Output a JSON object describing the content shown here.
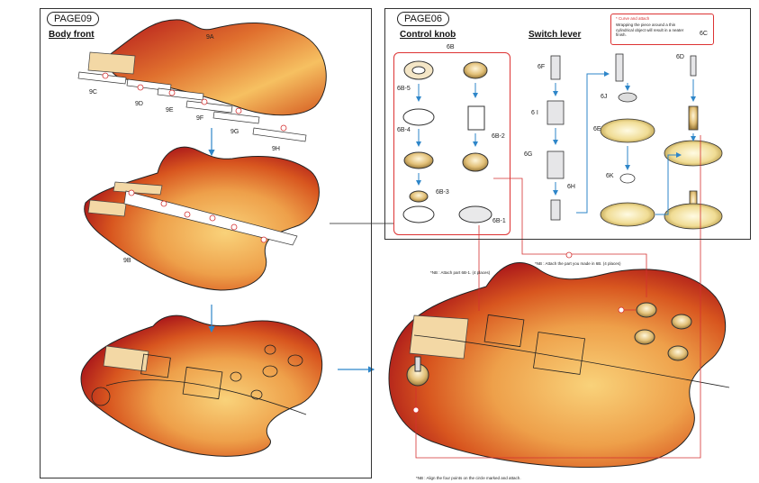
{
  "left_page": {
    "tag": "PAGE09",
    "title": "Body front",
    "labels": {
      "p9A": "9A",
      "p9B": "9B",
      "p9C": "9C",
      "p9D": "9D",
      "p9E": "9E",
      "p9F": "9F",
      "p9G": "9G",
      "p9H": "9H"
    }
  },
  "right_page": {
    "tag": "PAGE06",
    "control_knob_title": "Control knob",
    "switch_lever_title": "Switch lever",
    "curve_note": {
      "heading": "* Curve and attach",
      "body": "Wrapping the piece around a thin cylindrical object will result in a neater finish."
    },
    "labels": {
      "p6B": "6B",
      "p6B5": "6B-5",
      "p6B4": "6B-4",
      "p6B3": "6B-3",
      "p6B2": "6B-2",
      "p6B1": "6B-1",
      "p6C": "6C",
      "p6D": "6D",
      "p6E": "6E",
      "p6F": "6F",
      "p6G": "6G",
      "p6H": "6H",
      "p6I": "6 I",
      "p6J": "6J",
      "p6K": "6K"
    }
  },
  "notes": {
    "nb_6b1": "*NB : Attach part 6B-1. (4 places)",
    "nb_6b": "*NB : Attach the part you made in 6B. (4 places)",
    "nb_bottom": "*NB : Align the four points on the circle marked and attach."
  },
  "colors": {
    "body_dark": "#b5171c",
    "body_mid": "#e5602a",
    "body_light": "#f7c46a",
    "accent_red": "#d43030",
    "arrow_blue": "#2e86c9",
    "neck_block": "#f3d8a5"
  }
}
